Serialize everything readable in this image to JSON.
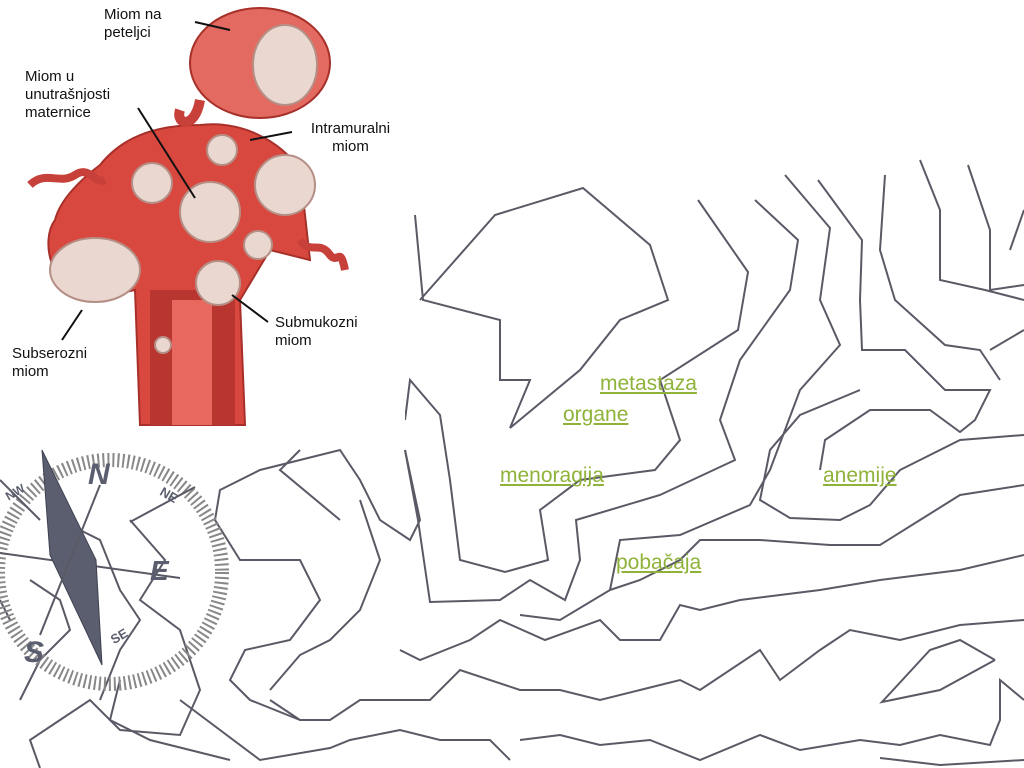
{
  "illustration": {
    "labels": {
      "pedunculated": "Miom na peteljci",
      "cavity": "Miom u unutrašnjosti maternice",
      "intramural": "Intramuralni miom",
      "subserosal": "Subserozni miom",
      "submucosal": "Submukozni miom"
    }
  },
  "links": {
    "metastaza": "metastaza",
    "organe": "organe",
    "menoragija": "menoragija",
    "anemije": "anemije",
    "pobacaja": "pobačaja"
  },
  "compass": {
    "north": "N",
    "northeast": "NE",
    "east": "E",
    "south": "S",
    "southeast": "SE",
    "northwest": "NW"
  },
  "colors": {
    "link": "#8fb33a",
    "contour": "#5a5a66",
    "compass_needle": "#5a5e6e",
    "uterus": "#d9483f"
  }
}
